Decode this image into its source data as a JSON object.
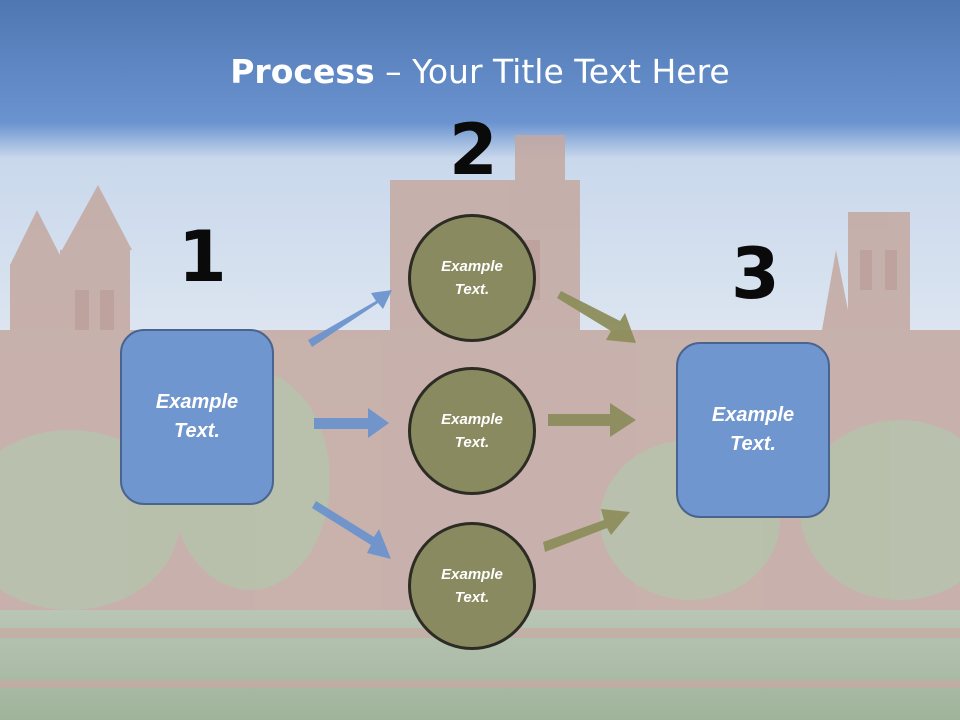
{
  "title": {
    "bold": "Process",
    "rest": " – Your Title Text Here"
  },
  "steps": [
    {
      "number": "1",
      "text": "Example\nText."
    },
    {
      "number": "2",
      "text": ""
    },
    {
      "number": "3",
      "text": "Example\nText."
    }
  ],
  "circles": [
    {
      "text": "Example\nText."
    },
    {
      "text": "Example\nText."
    },
    {
      "text": "Example\nText."
    }
  ],
  "colors": {
    "box_fill": "#7096cf",
    "circle_fill": "#8a8a60",
    "arrow_blue": "#6d93cc",
    "arrow_olive": "#8d8d5c",
    "title_bar": "#5b86c4"
  }
}
